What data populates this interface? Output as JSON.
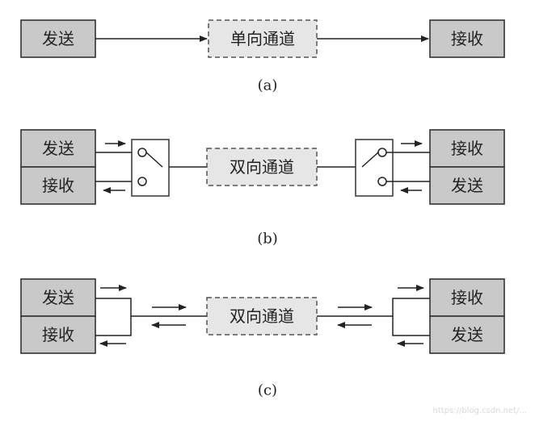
{
  "panel_a": {
    "send": "发送",
    "channel": "单向通道",
    "receive": "接收",
    "caption": "(a)"
  },
  "panel_b": {
    "left_top": "发送",
    "left_bottom": "接收",
    "channel": "双向通道",
    "right_top": "接收",
    "right_bottom": "发送",
    "caption": "(b)"
  },
  "panel_c": {
    "left_top": "发送",
    "left_bottom": "接收",
    "channel": "双向通道",
    "right_top": "接收",
    "right_bottom": "发送",
    "caption": "(c)"
  },
  "watermark": "https://blog.csdn.net/..."
}
